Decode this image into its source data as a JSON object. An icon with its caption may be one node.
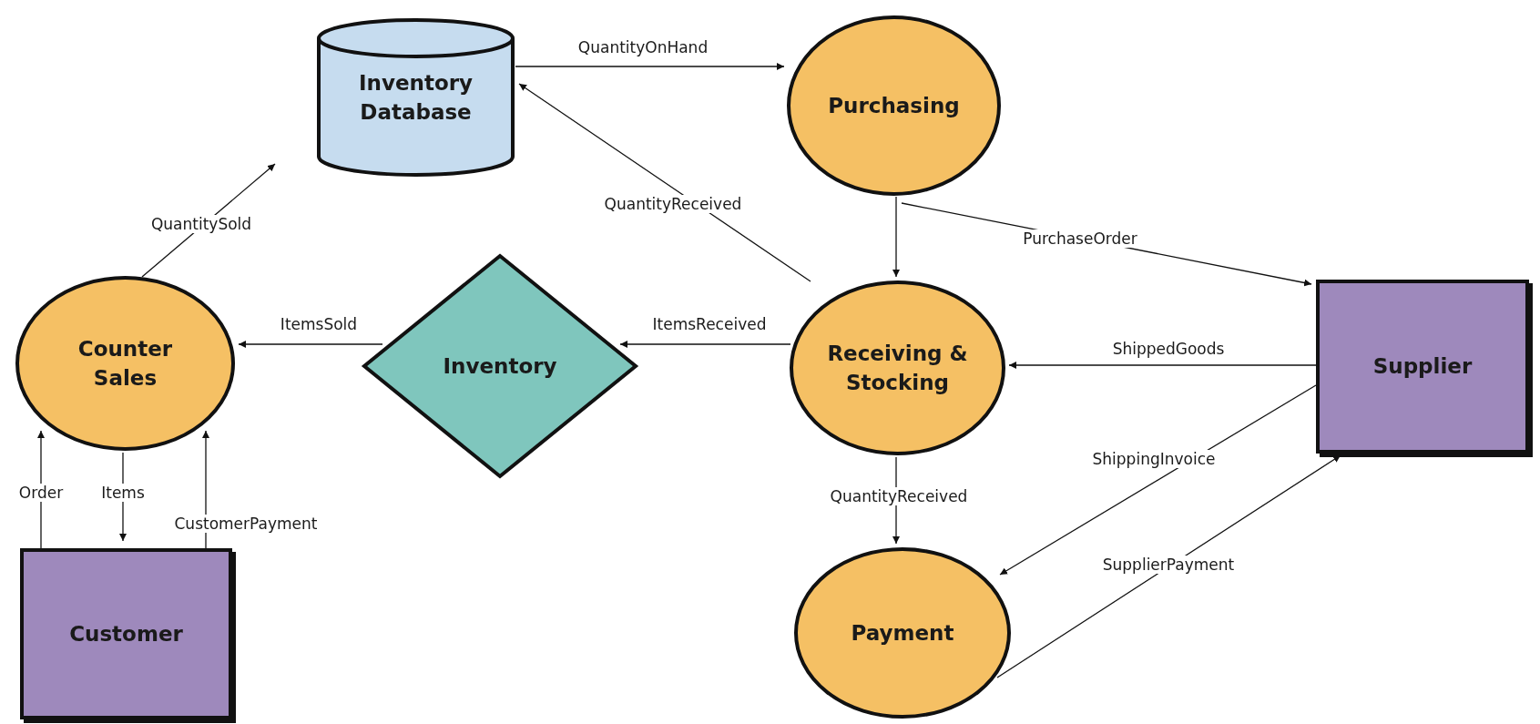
{
  "diagram": {
    "nodes": [
      {
        "text": [
          "Inventory Database"
        ]
      },
      {
        "text": [
          "Purchasing"
        ]
      },
      {
        "text": [
          "Counter Sales"
        ]
      },
      {
        "text": [
          "Inventory"
        ]
      },
      {
        "text": [
          "Receiving & Stocking"
        ]
      },
      {
        "text": [
          "Supplier"
        ]
      },
      {
        "text": [
          "Customer"
        ]
      },
      {
        "text": [
          "Payment"
        ]
      }
    ],
    "edges": [
      {
        "from": 0,
        "to": 1,
        "arrow": "to",
        "label": "QuantityOnHand"
      },
      {
        "from": 4,
        "to": 0,
        "arrow": "to",
        "label": "QuantityReceived"
      },
      {
        "from": 2,
        "to": 0,
        "arrow": "to",
        "label": "QuantitySold"
      },
      {
        "from": 1,
        "to": 4,
        "arrow": "to"
      },
      {
        "from": 1,
        "to": 5,
        "arrow": "to",
        "label": "PurchaseOrder"
      },
      {
        "from": 4,
        "to": 3,
        "arrow": "to",
        "label": "ItemsReceived"
      },
      {
        "from": 3,
        "to": 2,
        "arrow": "to",
        "label": "ItemsSold"
      },
      {
        "from": 5,
        "to": 4,
        "arrow": "to",
        "label": "ShippedGoods"
      },
      {
        "from": 5,
        "to": 7,
        "arrow": "to",
        "label": "ShippingInvoice"
      },
      {
        "from": 4,
        "to": 7,
        "arrow": "to",
        "label": "QuantityReceived"
      },
      {
        "from": 7,
        "to": 5,
        "arrow": "to",
        "label": "SupplierPayment"
      },
      {
        "from": 6,
        "to": 2,
        "arrow": "to",
        "label": "Order"
      },
      {
        "from": 2,
        "to": 6,
        "arrow": "to",
        "label": "Items"
      },
      {
        "from": 6,
        "to": 2,
        "arrow": "to",
        "label": "CustomerPayment"
      }
    ]
  }
}
